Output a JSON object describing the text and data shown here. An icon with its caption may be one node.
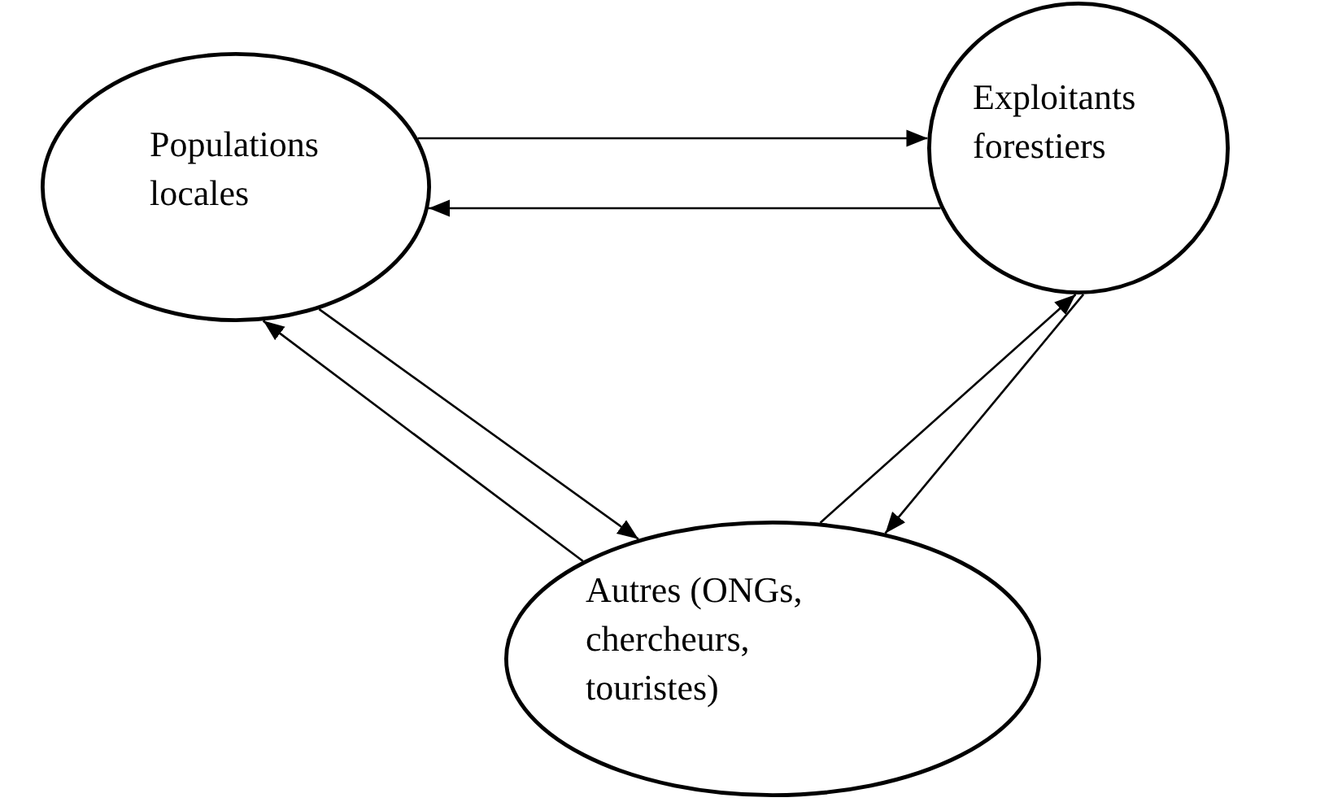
{
  "diagram": {
    "nodes": [
      {
        "text": [
          "Populations locales"
        ]
      },
      {
        "text": [
          "Exploitants forestiers"
        ]
      },
      {
        "text": [
          "Autres (ONGs, chercheurs, touristes)"
        ]
      }
    ],
    "edges": [
      {
        "from": 0,
        "to": 1,
        "arrow": "to"
      },
      {
        "from": 1,
        "to": 0,
        "arrow": "to"
      },
      {
        "from": 0,
        "to": 2,
        "arrow": "to"
      },
      {
        "from": 2,
        "to": 0,
        "arrow": "to"
      },
      {
        "from": 2,
        "to": 1,
        "arrow": "to"
      },
      {
        "from": 1,
        "to": 2,
        "arrow": "to"
      }
    ]
  }
}
